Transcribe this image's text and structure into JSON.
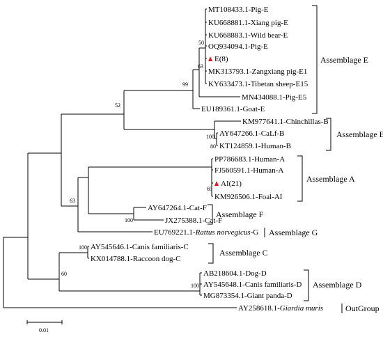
{
  "tree": {
    "taxa": {
      "mt108433": "MT108433.1-Pig-E",
      "ku668881": "KU668881.1-Xiang pig-E",
      "ku668883": "KU668883.1-Wild bear-E",
      "oq934094": "OQ934094.1-Pig-E",
      "e8": "E(8)",
      "mk313793": "MK313793.1-Zangxiang pig-E1",
      "ky633473": "KY633473.1-Tibetan sheep-E15",
      "mn434088": "MN434088.1-Pig-E5",
      "eu189361": "EU189361.1-Goat-E",
      "km977641": "KM977641.1-Chinchillas-B",
      "ay647266": "AY647266.1-CaLf-B",
      "kt124859": "KT124859.1-Human-B",
      "pp786683": "PP786683.1-Human-A",
      "fj560591": "FJ560591.1-Human-A",
      "ai21": "AI(21)",
      "km926506": "KM926506.1-Foal-AI",
      "ay647264": "AY647264.1-Cat-F",
      "jx275388": "JX275388.1-Cat-F",
      "eu769221_pre": "EU769221.1-",
      "eu769221_sp": "Rattus norvegicus",
      "eu769221_suf": "-G",
      "ay545646": "AY545646.1-Canis familiaris-C",
      "kx014788": "KX014788.1-Raccoon dog-C",
      "ab218604": "AB218604.1-Dog-D",
      "ay545648": "AY545648.1-Canis familiaris-D",
      "mg873354": "MG873354.1-Giant panda-D",
      "ay258618_pre": "AY258618.1-",
      "ay258618_sp": "Giardia muris"
    },
    "bootstrap": {
      "e_inner": "50",
      "e_mid": "63",
      "e_clade": "99",
      "eb_node": "52",
      "b_clade": "100",
      "b_inner": "80",
      "a_clade": "69",
      "afg_node": "63",
      "f_clade": "100",
      "c_clade": "100",
      "d_clade": "100",
      "cd_node": "60"
    },
    "assemblages": {
      "e": "Assemblage E",
      "b": "Assemblage B",
      "a": "Assemblage A",
      "f": "Assemblage F",
      "g": "Assemblage G",
      "c": "Assemblage C",
      "d": "Assemblage D",
      "out": "OutGroup"
    },
    "scale_label": "0.01",
    "marker_color": "#e8141b"
  }
}
